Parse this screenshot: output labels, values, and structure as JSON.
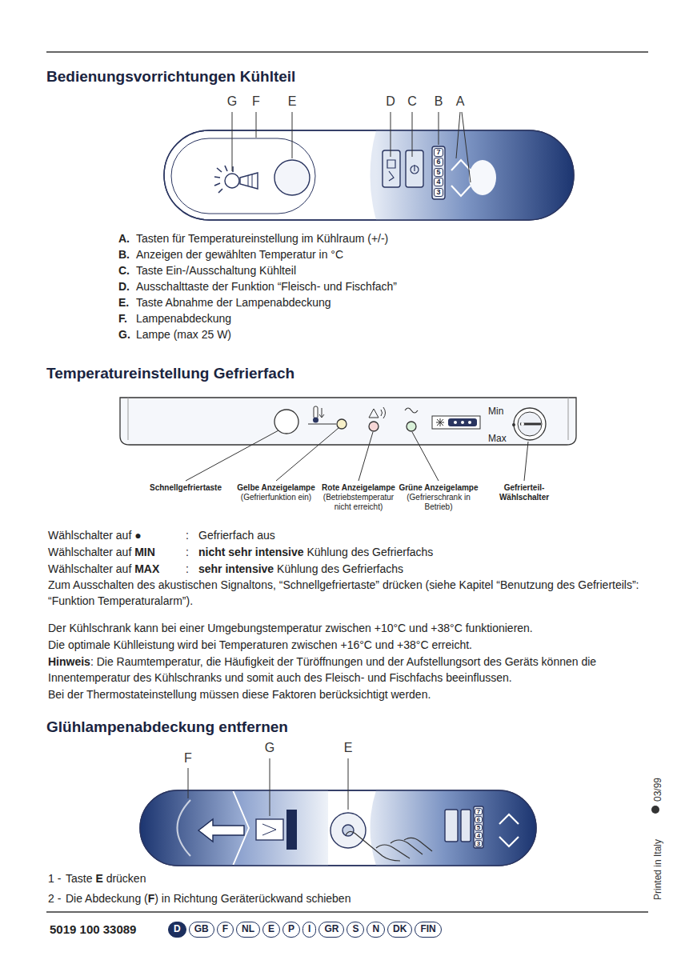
{
  "diagram": {
    "title": "Bedienungsvorrichtungen Kühlteil",
    "nodes": [
      {
        "text": [
          "7"
        ]
      },
      {
        "text": [
          "6"
        ]
      },
      {
        "text": [
          "5"
        ]
      },
      {
        "text": [
          "4"
        ]
      },
      {
        "text": [
          "3"
        ]
      },
      {
        "text": [
          "7"
        ]
      },
      {
        "text": [
          "6"
        ]
      },
      {
        "text": [
          "5"
        ]
      },
      {
        "text": [
          "4"
        ]
      },
      {
        "text": [
          "3"
        ]
      },
      {
        "text": [
          "D"
        ]
      },
      {
        "text": [
          "GB"
        ]
      },
      {
        "text": [
          "F"
        ]
      },
      {
        "text": [
          "NL"
        ]
      },
      {
        "text": [
          "E"
        ]
      },
      {
        "text": [
          "P"
        ]
      },
      {
        "text": [
          "I"
        ]
      },
      {
        "text": [
          "GR"
        ]
      },
      {
        "text": [
          "S"
        ]
      },
      {
        "text": [
          "N"
        ]
      },
      {
        "text": [
          "DK"
        ]
      },
      {
        "text": [
          "FIN"
        ]
      }
    ],
    "labels": [
      "G",
      "F",
      "E",
      "D",
      "C",
      "B",
      "A",
      "A.",
      "Tasten für Temperatureinstellung im Kühlraum (+/-)",
      "B.",
      "Anzeigen der gewählten Temperatur in °C",
      "C.",
      "Taste Ein-/Ausschaltung Kühlteil",
      "D.",
      "Ausschalttaste der Funktion “Fleisch- und Fischfach”",
      "E.",
      "Taste Abnahme der Lampenabdeckung",
      "F.",
      "Lampenabdeckung",
      "G.",
      "Lampe (max 25 W)",
      "Temperatureinstellung Gefrierfach",
      "Min",
      "Max",
      "Schnellgefriertaste",
      "Gelbe Anzeigelampe",
      "(Gefrierfunktion ein)",
      "Rote Anzeigelampe",
      "(Betriebstemperatur nicht erreicht)",
      "Grüne Anzeigelampe",
      "(Gefrierschrank in Betrieb)",
      "Gefrierteil-Wählschalter",
      "Wählschalter auf ●",
      ":",
      "Gefrierfach aus",
      "Wählschalter auf",
      "MIN",
      ":",
      "nicht sehr intensive",
      "Kühlung des Gefrierfachs",
      "Wählschalter auf",
      "MAX",
      ":",
      "sehr intensive",
      "Kühlung des Gefrierfachs",
      "Zum Ausschalten des akustischen Signaltons, “Schnellgefriertaste” drücken (siehe Kapitel “Benutzung des Gefrierteils”: “Funktion Temperaturalarm”).",
      "Der Kühlschrank kann bei einer Umgebungstemperatur zwischen +10°C und +38°C funktionieren.",
      "Die optimale Kühlleistung wird bei Temperaturen zwischen +16°C und +38°C erreicht.",
      "Hinweis",
      ": Die Raumtemperatur, die Häufigkeit der Türöffnungen und der Aufstellungsort des Geräts können die Innentemperatur des Kühlschranks und somit auch des Fleisch- und Fischfachs beeinflussen.",
      "Bei der Thermostateinstellung müssen diese Faktoren berücksichtigt werden.",
      "Glühlampenabdeckung entfernen",
      "F",
      "G",
      "E",
      "1 -",
      "Taste",
      "E",
      "drücken",
      "2 -",
      "Die Abdeckung (",
      "F",
      ") in Richtung Geräterückwand schieben",
      "5019 100 33089",
      "Printed in Italy",
      "03/99"
    ]
  }
}
